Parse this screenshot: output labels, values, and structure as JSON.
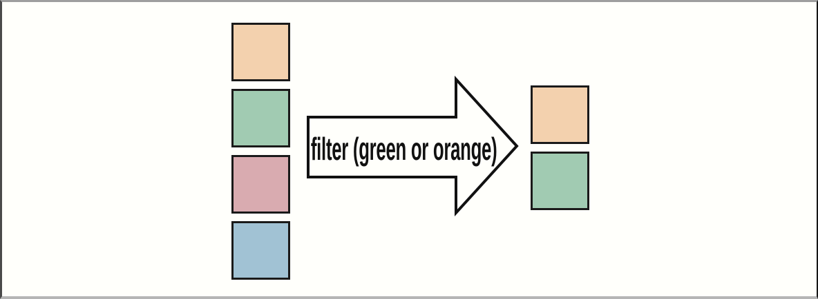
{
  "figure": {
    "background": "#fffffb",
    "square_border_color": "#1a1a1a",
    "arrow": {
      "label": "filter (green or orange)",
      "outline_color": "#111111",
      "fill_color": "#fffffb"
    },
    "input_squares": [
      {
        "name": "orange",
        "color": "#f3d1ae"
      },
      {
        "name": "green",
        "color": "#a1cbb2"
      },
      {
        "name": "pink",
        "color": "#d9abb0"
      },
      {
        "name": "blue",
        "color": "#a1c2d4"
      }
    ],
    "output_squares": [
      {
        "name": "orange",
        "color": "#f3d1ae"
      },
      {
        "name": "green",
        "color": "#a1cbb2"
      }
    ]
  }
}
